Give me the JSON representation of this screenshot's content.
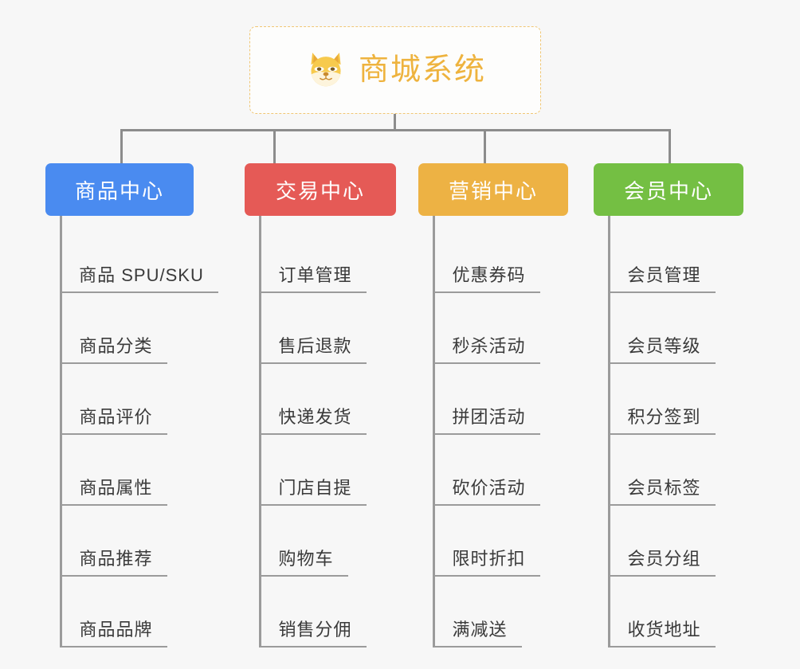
{
  "root": {
    "title": "商城系统",
    "icon": "shiba-dog-icon",
    "accent_color": "#eeb33e",
    "border_style": "dashed"
  },
  "columns": [
    {
      "name": "product-center",
      "label": "商品中心",
      "color": "#4a8bf0",
      "items": [
        "商品 SPU/SKU",
        "商品分类",
        "商品评价",
        "商品属性",
        "商品推荐",
        "商品品牌"
      ]
    },
    {
      "name": "trade-center",
      "label": "交易中心",
      "color": "#e55a56",
      "items": [
        "订单管理",
        "售后退款",
        "快递发货",
        "门店自提",
        "购物车",
        "销售分佣"
      ]
    },
    {
      "name": "marketing-center",
      "label": "营销中心",
      "color": "#edb244",
      "items": [
        "优惠券码",
        "秒杀活动",
        "拼团活动",
        "砍价活动",
        "限时折扣",
        "满减送"
      ]
    },
    {
      "name": "member-center",
      "label": "会员中心",
      "color": "#74bf43",
      "items": [
        "会员管理",
        "会员等级",
        "积分签到",
        "会员标签",
        "会员分组",
        "收货地址"
      ]
    }
  ],
  "connector_color": "#8c8c8c",
  "background_color": "#f7f7f7"
}
